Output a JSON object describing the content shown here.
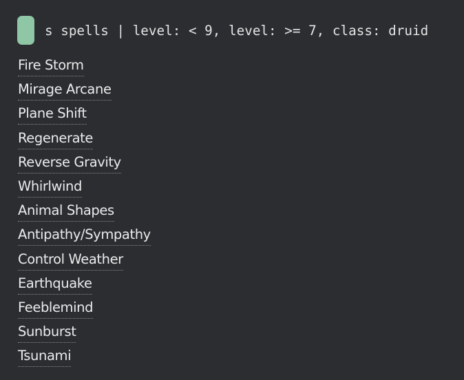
{
  "query": {
    "text": "s spells | level: < 9, level: >= 7, class: druid",
    "accent_color": "#8fc6a5"
  },
  "results": [
    "Fire Storm",
    "Mirage Arcane",
    "Plane Shift",
    "Regenerate",
    "Reverse Gravity",
    "Whirlwind",
    "Animal Shapes",
    "Antipathy/Sympathy",
    "Control Weather",
    "Earthquake",
    "Feeblemind",
    "Sunburst",
    "Tsunami"
  ]
}
